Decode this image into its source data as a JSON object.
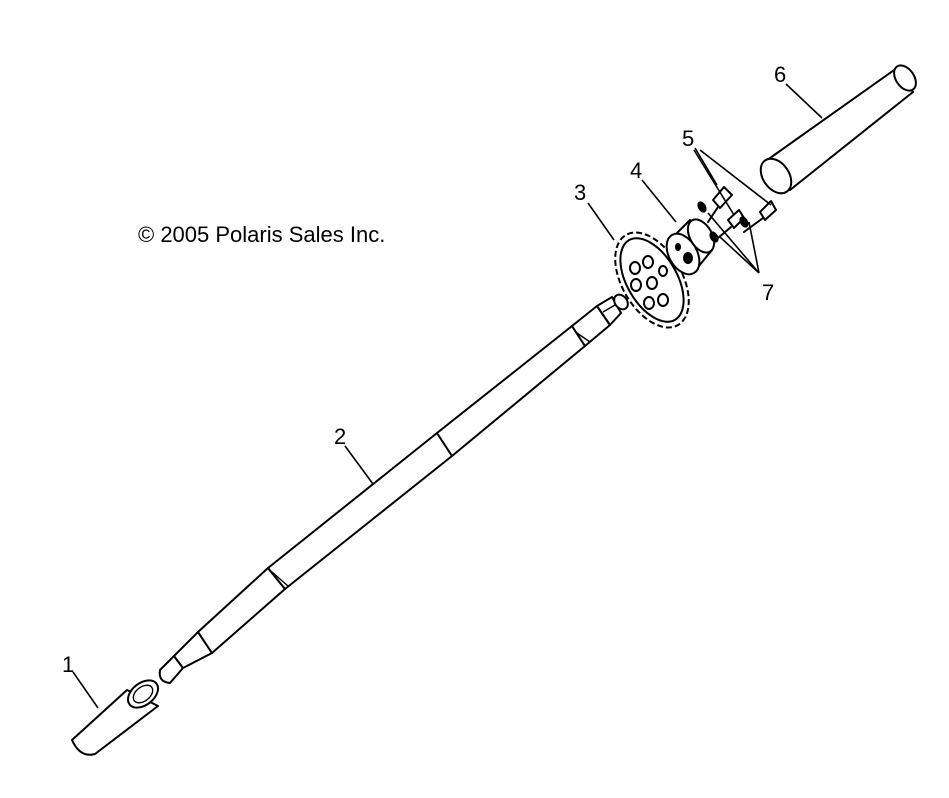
{
  "copyright": "© 2005 Polaris Sales Inc.",
  "callouts": {
    "c1": "1",
    "c2": "2",
    "c3": "3",
    "c4": "4",
    "c5": "5",
    "c6": "6",
    "c7": "7"
  }
}
